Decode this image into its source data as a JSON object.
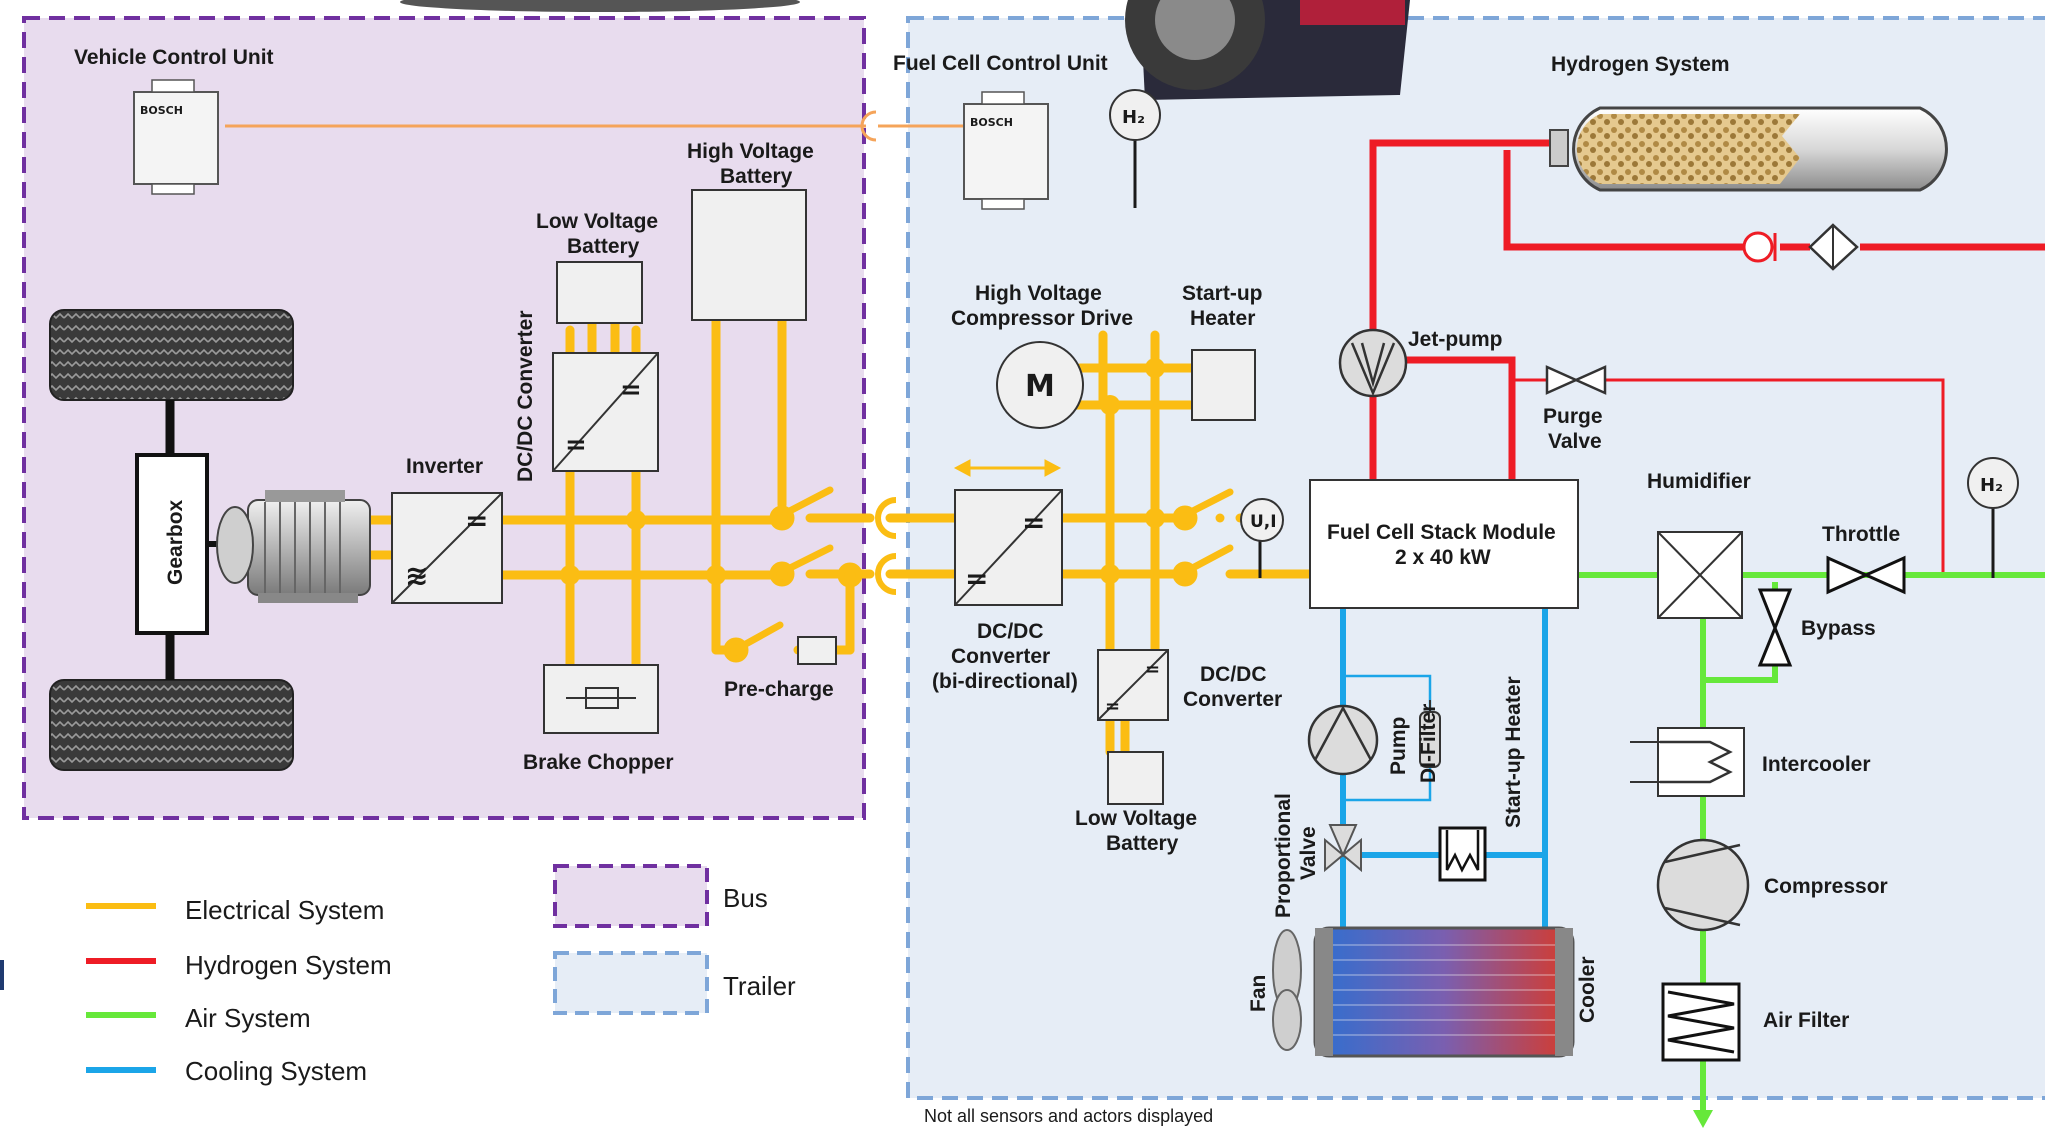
{
  "colors": {
    "electrical": "#fbbd13",
    "hydrogen": "#ee1c25",
    "air": "#66e83a",
    "cooling": "#1ba5e8",
    "bus_fill": "#e8dcee",
    "bus_border": "#7030a0",
    "trailer_fill": "#e6edf6",
    "trailer_border": "#7ea6d8",
    "signal": "#f5a45a"
  },
  "labels": {
    "vehicle_control_unit": "Vehicle Control Unit",
    "fuel_cell_control_unit": "Fuel Cell Control Unit",
    "hydrogen_system": "Hydrogen System",
    "high_voltage_battery_l1": "High Voltage",
    "high_voltage_battery_l2": "Battery",
    "low_voltage_battery_l1": "Low Voltage",
    "low_voltage_battery_l2": "Battery",
    "dcdc_converter_vertical": "DC/DC Converter",
    "inverter": "Inverter",
    "gearbox": "Gearbox",
    "brake_chopper": "Brake Chopper",
    "pre_charge": "Pre-charge",
    "hv_compressor_drive_l1": "High Voltage",
    "hv_compressor_drive_l2": "Compressor Drive",
    "startup_heater_l1": "Start-up",
    "startup_heater_l2": "Heater",
    "jet_pump": "Jet-pump",
    "purge_valve_l1": "Purge",
    "purge_valve_l2": "Valve",
    "humidifier": "Humidifier",
    "throttle": "Throttle",
    "bypass": "Bypass",
    "fuel_cell_stack_l1": "Fuel Cell Stack Module",
    "fuel_cell_stack_l2": "2 x 40 kW",
    "dcdc_bidir_l1": "DC/DC",
    "dcdc_bidir_l2": "Converter",
    "dcdc_bidir_l3": "(bi-directional)",
    "dcdc_converter_l1": "DC/DC",
    "dcdc_converter_l2": "Converter",
    "low_voltage_battery2_l1": "Low Voltage",
    "low_voltage_battery2_l2": "Battery",
    "pump": "Pump",
    "di_filter": "DI-Filter",
    "startup_heater_vertical": "Start-up Heater",
    "proportional_valve_l1": "Proportional",
    "proportional_valve_l2": "Valve",
    "fan": "Fan",
    "cooler": "Cooler",
    "intercooler": "Intercooler",
    "compressor": "Compressor",
    "air_filter": "Air Filter",
    "motor_symbol": "M",
    "ui_sensor": "U,I",
    "h2_sensor_1": "H₂",
    "h2_sensor_2": "H₂",
    "bosch": "BOSCH",
    "eq_sign": "=",
    "ac_sign": "≋"
  },
  "legend": {
    "items": [
      {
        "label": "Electrical System",
        "color": "#fbbd13"
      },
      {
        "label": "Hydrogen System",
        "color": "#ee1c25"
      },
      {
        "label": "Air System",
        "color": "#66e83a"
      },
      {
        "label": "Cooling System",
        "color": "#1ba5e8"
      }
    ],
    "bus": "Bus",
    "trailer": "Trailer"
  },
  "footnote": "Not all sensors and actors displayed"
}
